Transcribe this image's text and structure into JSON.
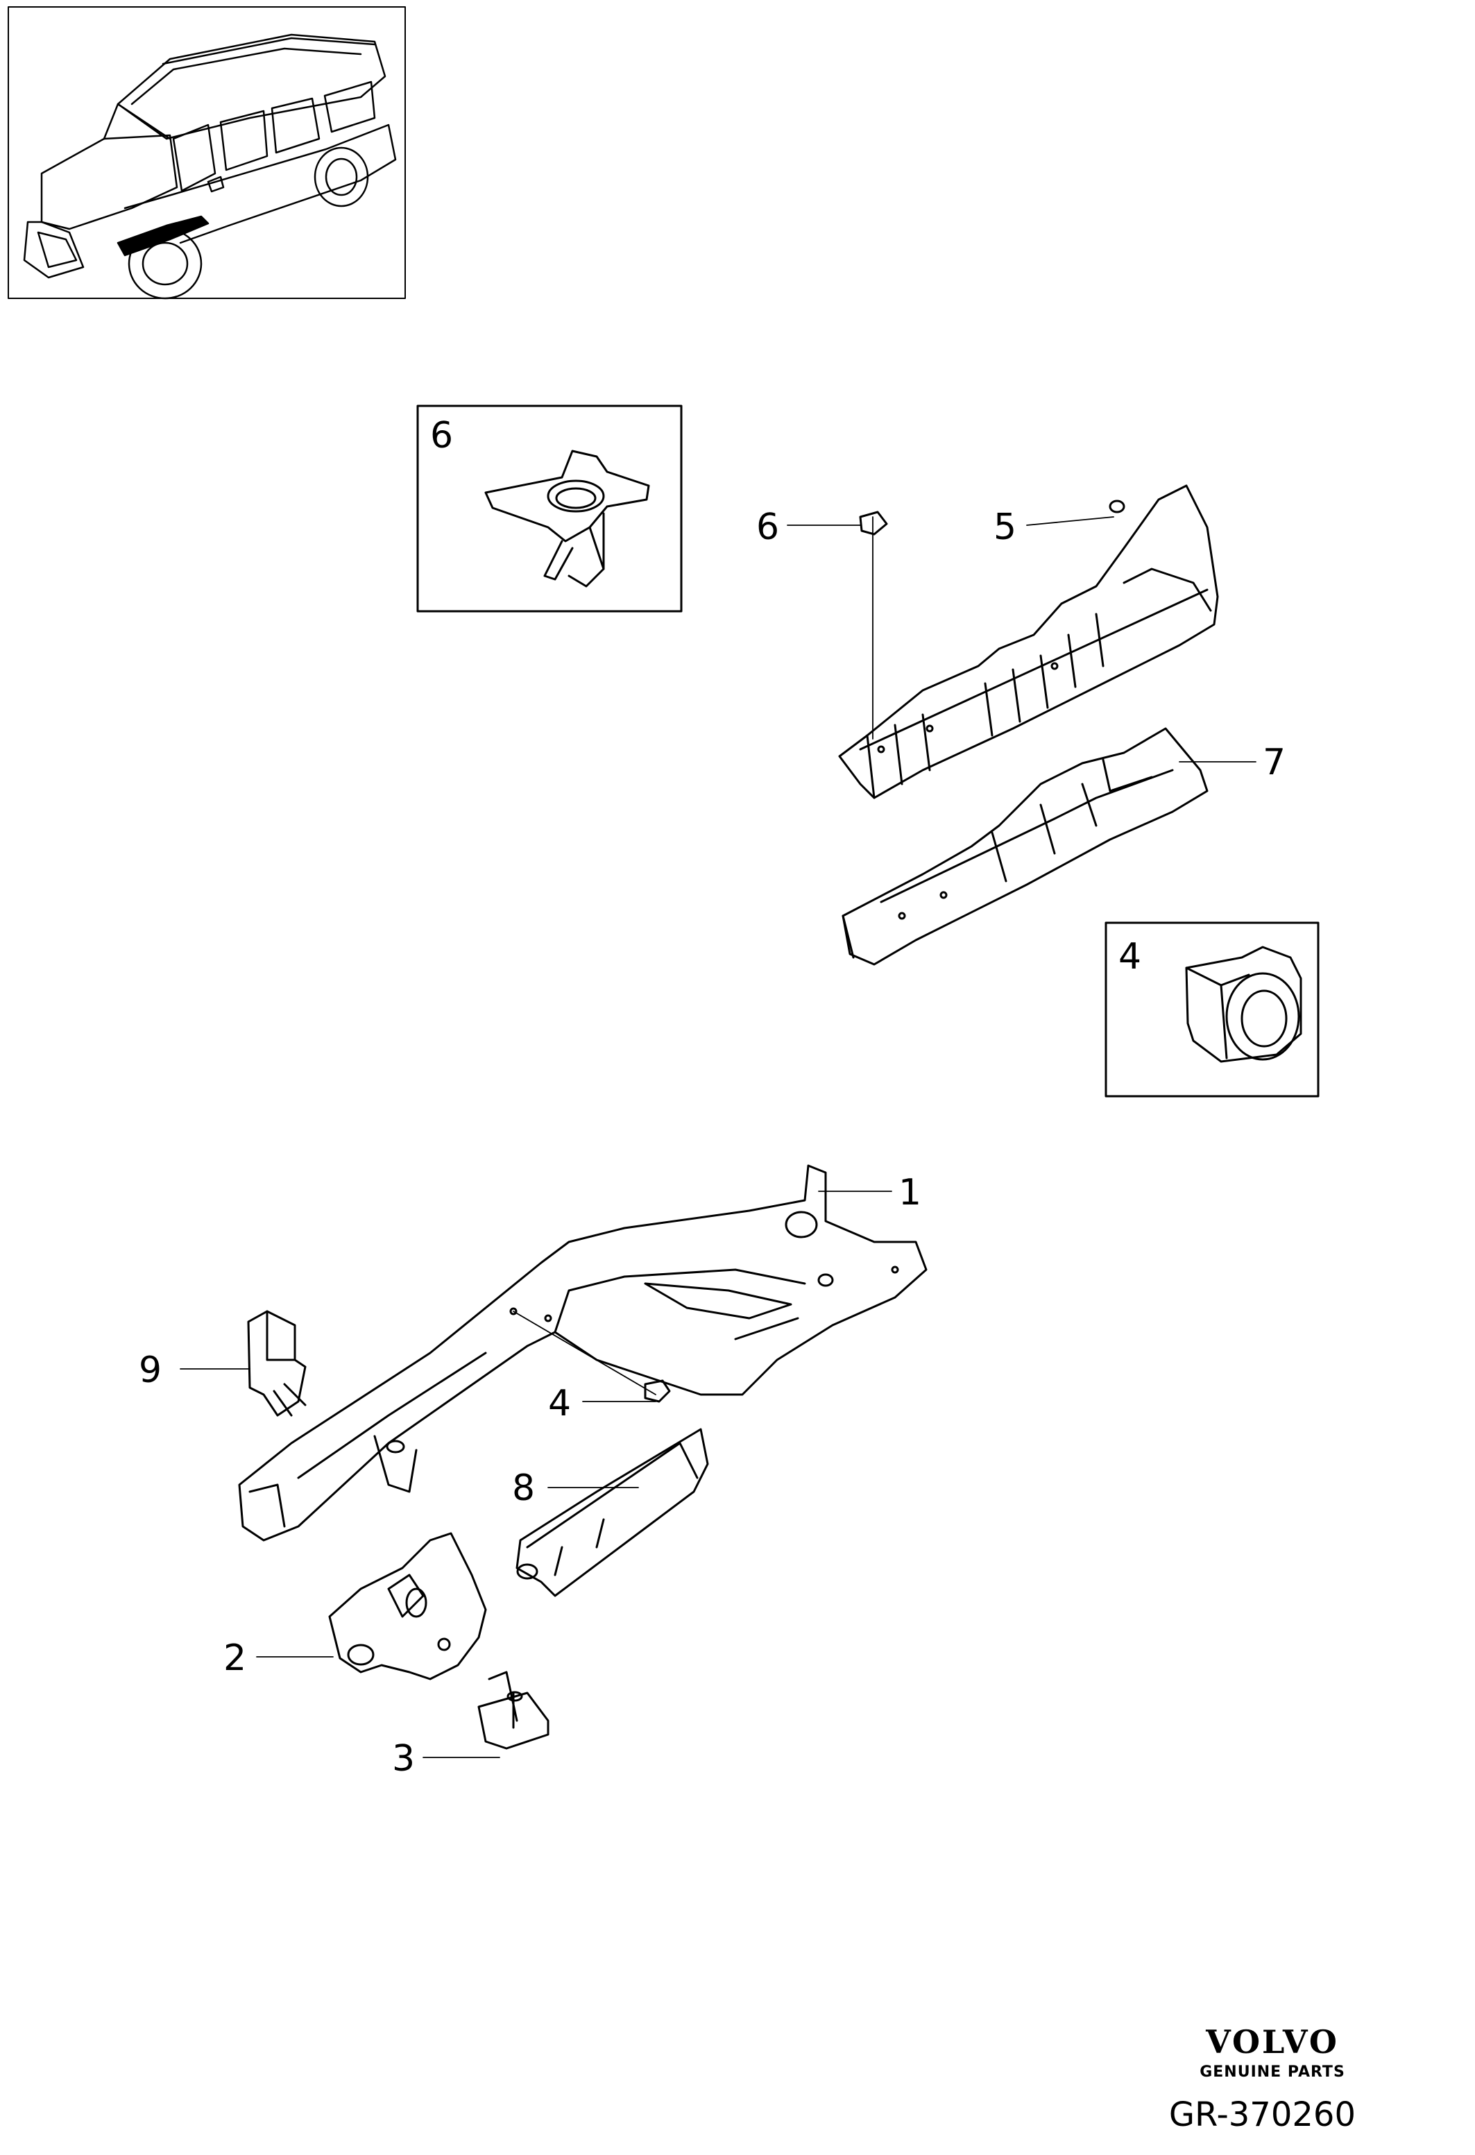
{
  "callouts": [
    {
      "label": "6"
    },
    {
      "label": "5"
    },
    {
      "label": "7"
    },
    {
      "label": "4"
    },
    {
      "label": "6"
    },
    {
      "label": "1"
    },
    {
      "label": "9"
    },
    {
      "label": "4"
    },
    {
      "label": "8"
    },
    {
      "label": "2"
    },
    {
      "label": "3"
    }
  ],
  "brand": {
    "name": "VOLVO",
    "tagline": "GENUINE PARTS"
  },
  "drawing_number": "GR-370260",
  "colors": {
    "line": "#000000",
    "background": "#ffffff",
    "highlight": "#000000"
  }
}
